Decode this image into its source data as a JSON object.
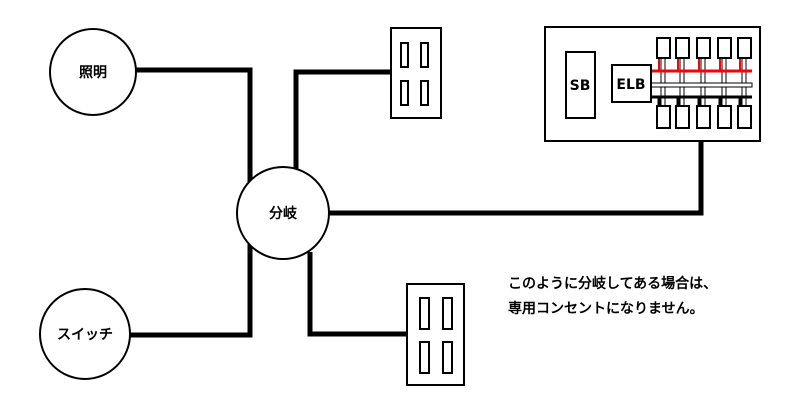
{
  "nodes": {
    "light": "照明",
    "switch": "スイッチ",
    "branch": "分岐"
  },
  "panel": {
    "sb": "SB",
    "elb": "ELB",
    "colors": {
      "hot_bus": "#ff0000",
      "neutral_bus": "#ffffff",
      "ground_bus": "#000000"
    }
  },
  "note": {
    "line1": "このように分岐してある場合は、",
    "line2": "専用コンセントになりません。"
  }
}
